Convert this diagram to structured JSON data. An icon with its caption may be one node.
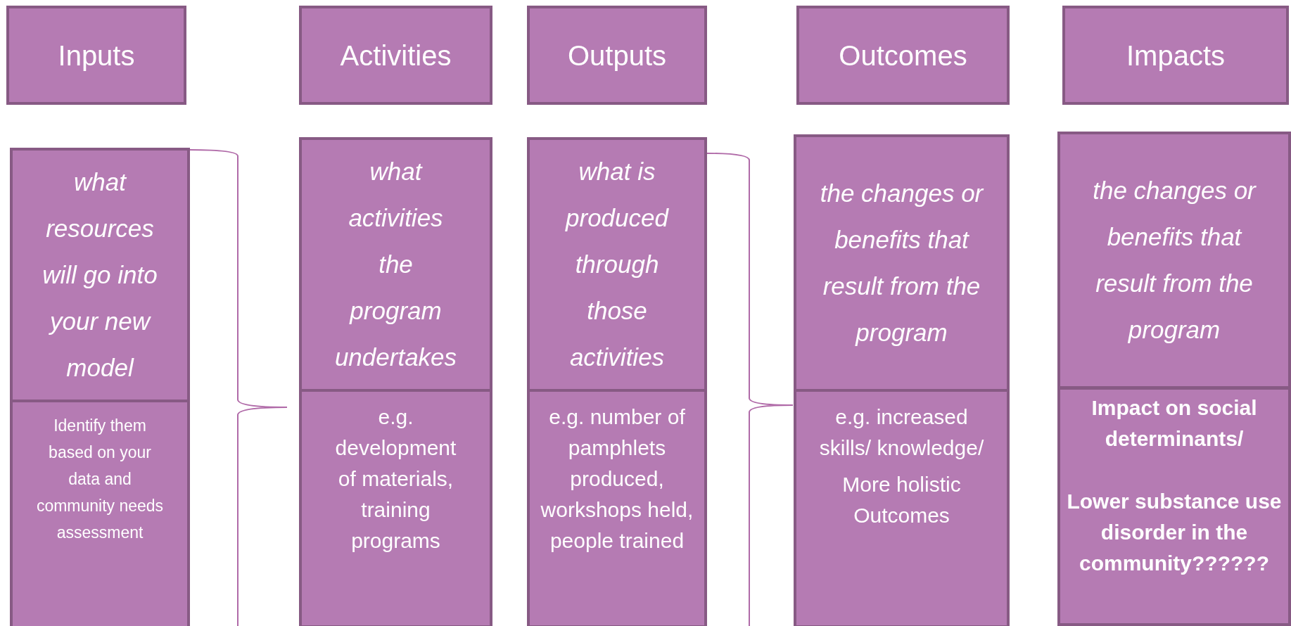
{
  "diagram": {
    "nodes": [
      {
        "text": [
          "Inputs"
        ]
      },
      {
        "text": [
          "Activities"
        ]
      },
      {
        "text": [
          "Outputs"
        ]
      },
      {
        "text": [
          "Outcomes"
        ]
      },
      {
        "text": [
          "Impacts"
        ]
      },
      {
        "text": [
          "what resources will go into your new model"
        ]
      },
      {
        "text": [
          "what activities the program undertakes"
        ]
      },
      {
        "text": [
          "what is produced through those activities"
        ]
      },
      {
        "text": [
          "the changes or benefits that result from the program"
        ]
      },
      {
        "text": [
          "the changes or benefits that result from the program"
        ]
      },
      {
        "text": [
          "Identify them based on your data and community needs assessment"
        ]
      },
      {
        "text": [
          "e.g. development of materials, training programs"
        ]
      },
      {
        "text": [
          "e.g. number of pamphlets produced, workshops held, people trained"
        ]
      },
      {
        "text": [
          "e.g. increased skills/ knowledge/",
          "More holistic Outcomes"
        ]
      },
      {
        "text": [
          "Impact on social determinants/",
          "Lower substance use disorder in the community??????"
        ]
      }
    ]
  }
}
